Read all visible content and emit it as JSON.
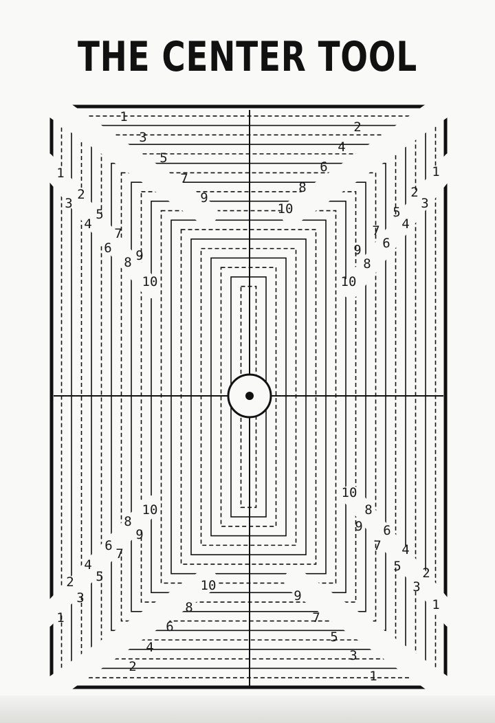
{
  "title": "THE CENTER TOOL",
  "colors": {
    "ink": "#111111",
    "paper": "#f9f9f7"
  },
  "frame_labels": [
    "1",
    "2",
    "3",
    "4",
    "5",
    "6",
    "7",
    "8",
    "9",
    "10"
  ]
}
